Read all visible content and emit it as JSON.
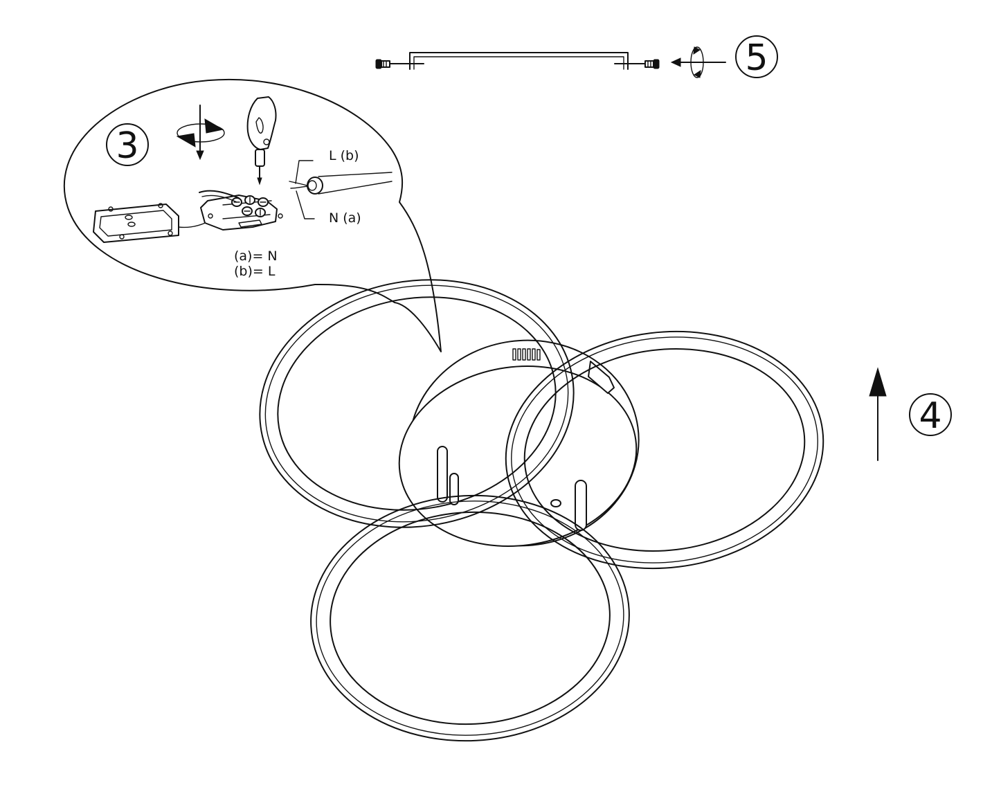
{
  "steps": {
    "step3": "3",
    "step4": "4",
    "step5": "5"
  },
  "wiring": {
    "live_label": "L (b)",
    "neutral_label": "N (a)",
    "legend_a": "(a)= N",
    "legend_b": "(b)= L"
  },
  "colors": {
    "line": "#111111",
    "background": "#ffffff"
  },
  "icons": [
    "screw-icon",
    "rotate-icon",
    "hand-screwdriver-icon",
    "terminal-block-icon",
    "arrow-up-icon"
  ]
}
